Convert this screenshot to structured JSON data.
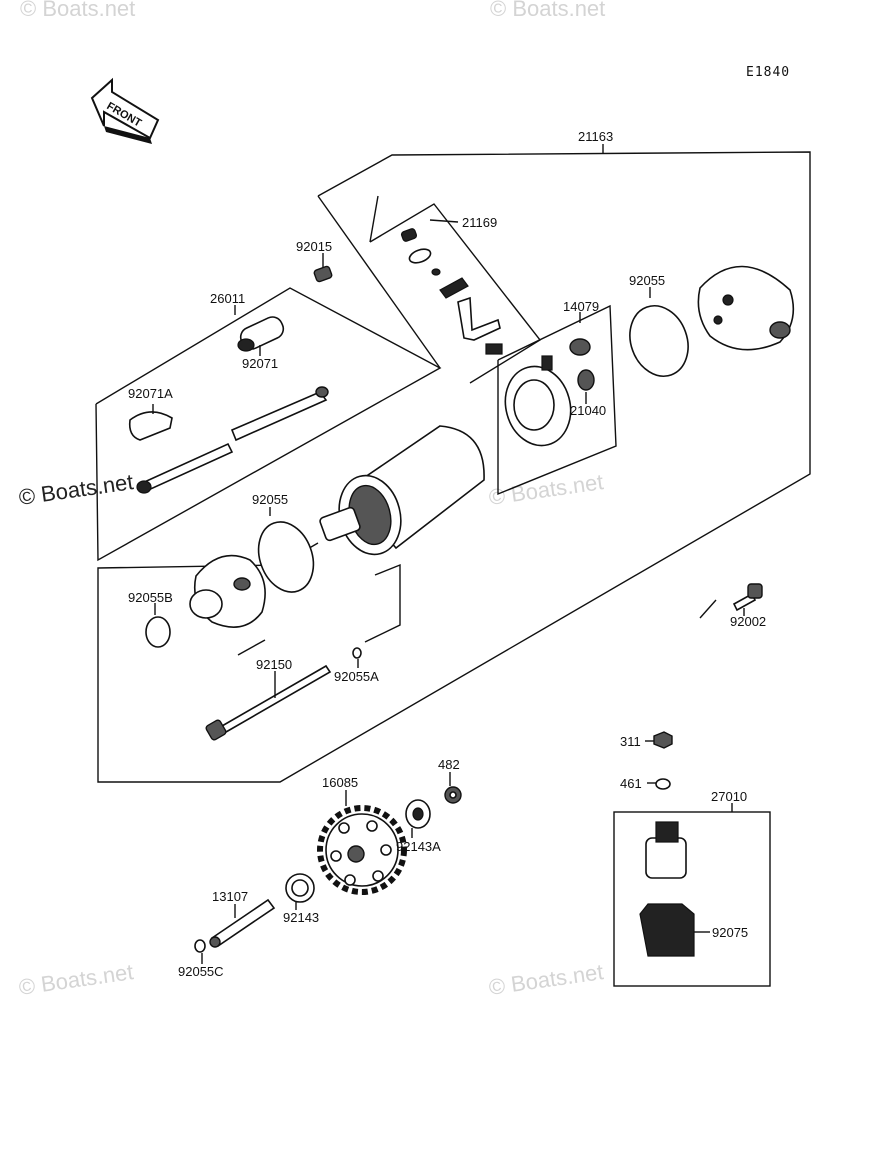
{
  "diagram_code": "E1840",
  "front_label": "FRONT",
  "watermarks": [
    "© Boats.net",
    "© Boats.net",
    "© Boats.net",
    "© Boats.net",
    "© Boats.net",
    "© Boats.net"
  ],
  "part_labels": {
    "p21163": "21163",
    "p21169": "21169",
    "p92015": "92015",
    "p26011": "26011",
    "p92071": "92071",
    "p92071A": "92071A",
    "p14079": "14079",
    "p92055_top": "92055",
    "p21040": "21040",
    "p92055_mid": "92055",
    "p92055B": "92055B",
    "p92002": "92002",
    "p92150": "92150",
    "p92055A": "92055A",
    "p311": "311",
    "p461": "461",
    "p16085": "16085",
    "p482": "482",
    "p92143A": "92143A",
    "p27010": "27010",
    "p13107": "13107",
    "p92143": "92143",
    "p92075": "92075",
    "p92055C": "92055C"
  }
}
